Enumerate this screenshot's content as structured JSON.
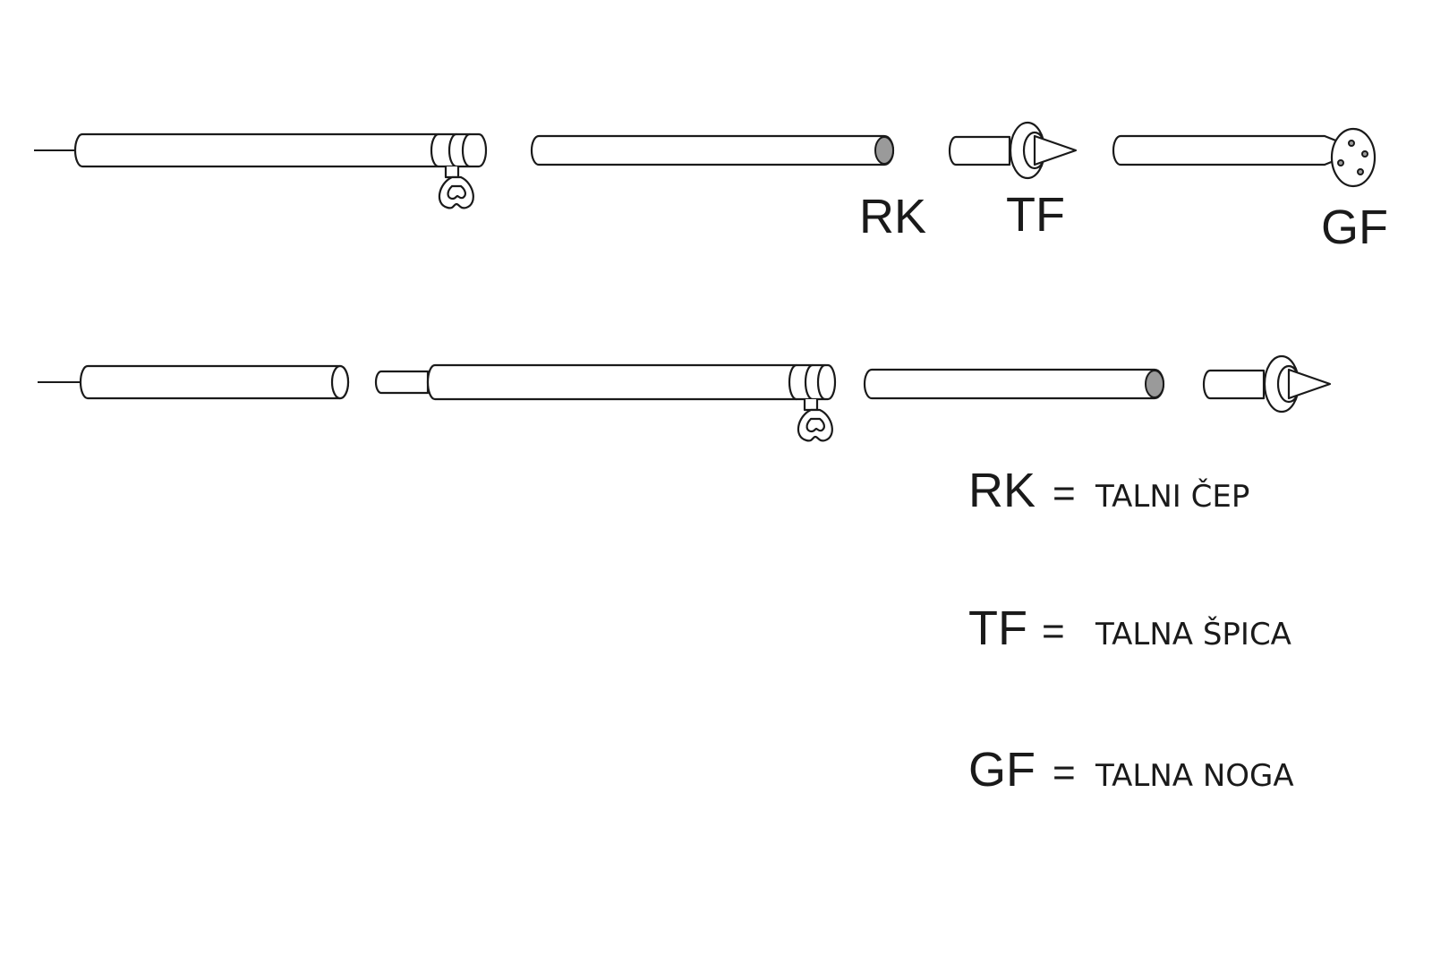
{
  "labels": {
    "rk": "RK",
    "tf": "TF",
    "gf": "GF"
  },
  "legend": [
    {
      "code": "RK",
      "equals": "=",
      "description": "TALNI ČEP"
    },
    {
      "code": "TF",
      "equals": "=",
      "description": "TALNA ŠPICA"
    },
    {
      "code": "GF",
      "equals": "=",
      "description": "TALNA NOGA"
    }
  ],
  "colors": {
    "line": "#1a1a1a",
    "cap_fill": "#9a9a9a",
    "background": "#ffffff"
  }
}
